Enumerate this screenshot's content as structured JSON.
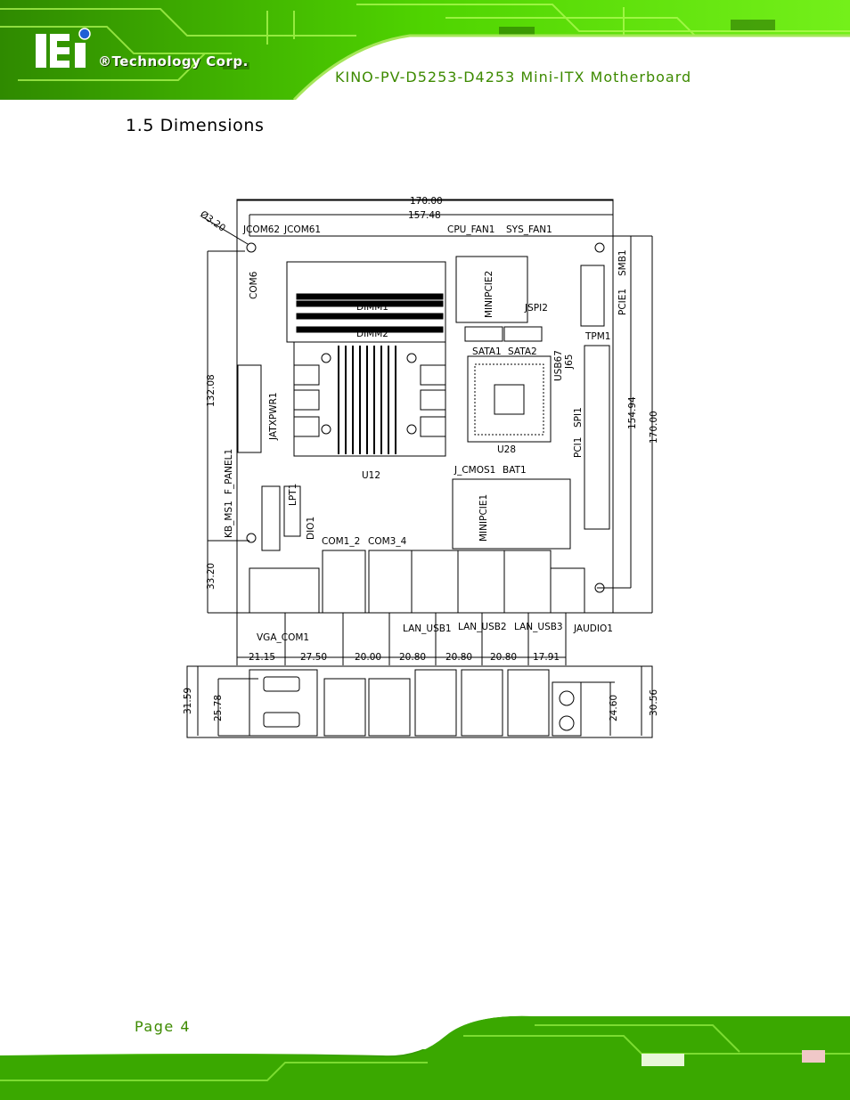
{
  "header": {
    "logo_text": "®Technology Corp.",
    "doc_title": "KINO-PV-D5253-D4253 Mini-ITX Motherboard"
  },
  "section_title": "1.5 Dimensions",
  "footer": {
    "page": "Page 4"
  },
  "drawing": {
    "dims": {
      "width_170": "170.00",
      "width_157": "157.48",
      "hole_dia": "Ø3.20",
      "h_132": "132.08",
      "h_33": "33.20",
      "h_154": "154.94",
      "h_170": "170.00",
      "b1": "21.15",
      "b2": "27.50",
      "b3": "20.00",
      "b4": "20.80",
      "b5": "20.80",
      "b6": "20.80",
      "b7": "17.91",
      "io_31": "31.59",
      "io_25": "25.78",
      "io_24": "24.60",
      "io_30": "30.56"
    },
    "labels": {
      "jcom62": "JCOM62",
      "jcom61": "JCOM61",
      "cpu_fan": "CPU_FAN1",
      "sys_fan": "SYS_FAN1",
      "smb": "SMB1",
      "com6": "COM6",
      "dimm1": "DIMM1",
      "dimm2": "DIMM2",
      "minipcie2": "MINIPCIE2",
      "jspi2": "JSPI2",
      "pcie1": "PCIE1",
      "tpm1": "TPM1",
      "sata1": "SATA1",
      "sata2": "SATA2",
      "usb67": "USB67",
      "j65": "J65",
      "jatxpwr": "JATXPWR1",
      "spi1": "SPI1",
      "pci1": "PCI1",
      "u28": "U28",
      "jcmos": "J_CMOS1",
      "bat": "BAT1",
      "u12": "U12",
      "fpanel": "F_PANEL1",
      "kbms": "KB_MS1",
      "lpt": "LPT1",
      "dio": "DIO1",
      "minipcie1": "MINIPCIE1",
      "com12": "COM1_2",
      "com34": "COM3_4",
      "vgacom": "VGA_COM1",
      "lanusb1": "LAN_USB1",
      "lanusb2": "LAN_USB2",
      "lanusb3": "LAN_USB3",
      "jaudio": "JAUDIO1"
    }
  }
}
